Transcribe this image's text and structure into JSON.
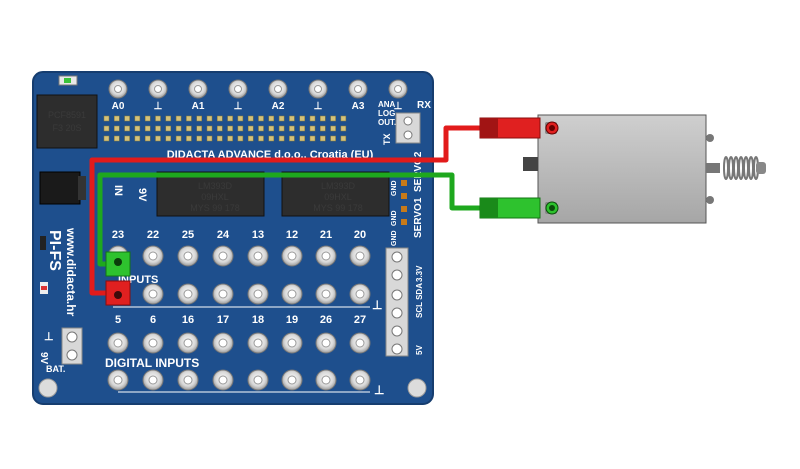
{
  "board": {
    "maker": "DIDACTA  ADVANCE d.o.o., Croatia (EU)",
    "website": "www.didacta.hr",
    "model": "PI-FS",
    "power_label": "9V",
    "bat_label": "BAT.",
    "gnd_symbol": "⊥",
    "in_label": "IN",
    "in_9v": "9V",
    "analog_top": [
      "A0",
      "⊥",
      "A1",
      "⊥",
      "A2",
      "⊥",
      "A3"
    ],
    "analog_log_out": [
      "ANA",
      "LOG",
      "OUT."
    ],
    "rx": "RX",
    "tx": "TX",
    "chip_pcf": [
      "PCF8591",
      "F3 20S"
    ],
    "chip_lm1": [
      "LM393D",
      "09HXL",
      "MYS  99 178"
    ],
    "chip_lm2": [
      "LM393D",
      "09HXL",
      "MYS  99 178"
    ],
    "servo_labels": [
      "GND",
      "SERVO2",
      "GND",
      "SERVO1",
      "GND"
    ],
    "inputs_label": "INPUTS",
    "inputs_row1": [
      "23",
      "22",
      "25",
      "24",
      "13",
      "12",
      "21",
      "20"
    ],
    "inputs_row2": [
      "5",
      "6",
      "16",
      "17",
      "18",
      "19",
      "26",
      "27"
    ],
    "digital_inputs_label": "DIGITAL INPUTS",
    "right_header": [
      "3.3V",
      "SCL SDA",
      "5V"
    ]
  },
  "wires": {
    "colors": {
      "red": "#e21b1b",
      "green": "#1ea81e"
    }
  },
  "colors": {
    "board": "#1e4f8d",
    "board_edge": "#163d6f",
    "connector_green": "#2ec22e",
    "connector_red": "#e02020",
    "device_body": "#b9b9b9"
  }
}
